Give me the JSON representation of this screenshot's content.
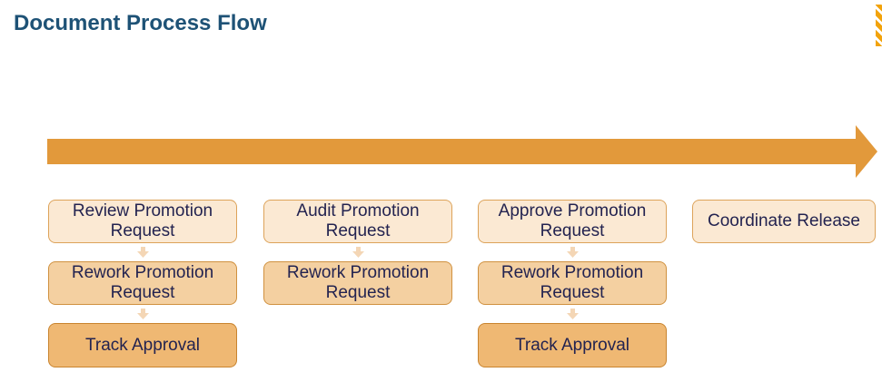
{
  "title": "Document Process Flow",
  "theme": {
    "title_color": "#1E5276",
    "timeline_arrow_color": "#E2993B",
    "step_text_color": "#232350",
    "level1_fill": "#FBE9D3",
    "level1_border": "#DDA35A",
    "level2_fill": "#F4D0A1",
    "level2_border": "#D0913F",
    "level3_fill": "#EFB873",
    "level3_border": "#C9842F",
    "connector_color": "#F4D6B5",
    "corner_ribbon_color": "#F2A30B"
  },
  "icons": {
    "timeline_arrow": "right-arrow",
    "connector": "small-down-arrow",
    "corner": "striped-ribbon-clipped"
  },
  "flow": {
    "columns": [
      {
        "name": "review",
        "steps": [
          "Review Promotion Request",
          "Rework Promotion Request",
          "Track Approval"
        ]
      },
      {
        "name": "audit",
        "steps": [
          "Audit Promotion Request",
          "Rework Promotion Request"
        ]
      },
      {
        "name": "approve",
        "steps": [
          "Approve Promotion Request",
          "Rework Promotion Request",
          "Track Approval"
        ]
      },
      {
        "name": "release",
        "steps": [
          "Coordinate Release"
        ]
      }
    ]
  }
}
